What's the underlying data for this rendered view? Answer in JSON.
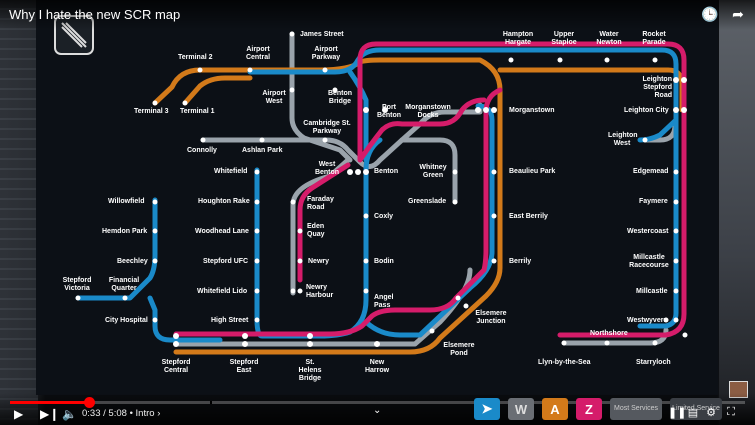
{
  "video_title": "Why I hate the new SCR map",
  "player": {
    "current_time": "0:33",
    "duration": "5:08",
    "chapter": "Intro",
    "progress_fraction": 0.107
  },
  "cards": [
    "Most Services",
    "Limited Service"
  ],
  "colors": {
    "orange": "#d37a1a",
    "blue": "#1a8ac9",
    "pink": "#d51c6a",
    "grey": "#9aa3ab",
    "progress": "#ff0000"
  },
  "stations": {
    "terminal2": "Terminal 2",
    "airport_central": "Airport Central",
    "james_street": "James Street",
    "airport_parkway": "Airport Parkway",
    "hampton_hargate": "Hampton Hargate",
    "upper_staploe": "Upper Staploe",
    "water_newton": "Water Newton",
    "rocket_parade": "Rocket Parade",
    "terminal3": "Terminal 3",
    "terminal1": "Terminal 1",
    "airport_west": "Airport West",
    "benton_bridge": "Benton Bridge",
    "port_benton": "Port Benton",
    "morganstown_docks": "Morganstown Docks",
    "morganstown": "Morganstown",
    "leighton_stepford_road": "Leighton Stepford Road",
    "leighton_city": "Leighton City",
    "cambridge_st_parkway": "Cambridge St. Parkway",
    "leighton_west": "Leighton West",
    "connolly": "Connolly",
    "ashlan_park": "Ashlan Park",
    "whitefield": "Whitefield",
    "west_benton": "West Benton",
    "benton": "Benton",
    "whitney_green": "Whitney Green",
    "beaulieu_park": "Beaulieu Park",
    "edgemead": "Edgemead",
    "willowfield": "Willowfield",
    "houghton_rake": "Houghton Rake",
    "faraday_road": "Faraday Road",
    "greenslade": "Greenslade",
    "faymere": "Faymere",
    "coxly": "Coxly",
    "east_berrily": "East Berrily",
    "hemdon_park": "Hemdon Park",
    "woodhead_lane": "Woodhead Lane",
    "eden_quay": "Eden Quay",
    "westercoast": "Westercoast",
    "beechley": "Beechley",
    "stepford_ufc": "Stepford UFC",
    "newry": "Newry",
    "bodin": "Bodin",
    "berrily": "Berrily",
    "millcastle_racecourse": "Millcastle Racecourse",
    "stepford_victoria": "Stepford Victoria",
    "financial_quarter": "Financial Quarter",
    "whitefield_lido": "Whitefield Lido",
    "newry_harbour": "Newry Harbour",
    "angel_pass": "Angel Pass",
    "millcastle": "Millcastle",
    "elsemere_junction": "Elsemere Junction",
    "city_hospital": "City Hospital",
    "high_street": "High Street",
    "westwyvern": "Westwyvern",
    "northshore": "Northshore",
    "elsemere_pond": "Elsemere Pond",
    "stepford_central": "Stepford Central",
    "stepford_east": "Stepford East",
    "st_helens_bridge": "St. Helens Bridge",
    "new_harrow": "New Harrow",
    "llyn_by_the_sea": "Llyn-by-the-Sea",
    "starryloch": "Starryloch"
  }
}
